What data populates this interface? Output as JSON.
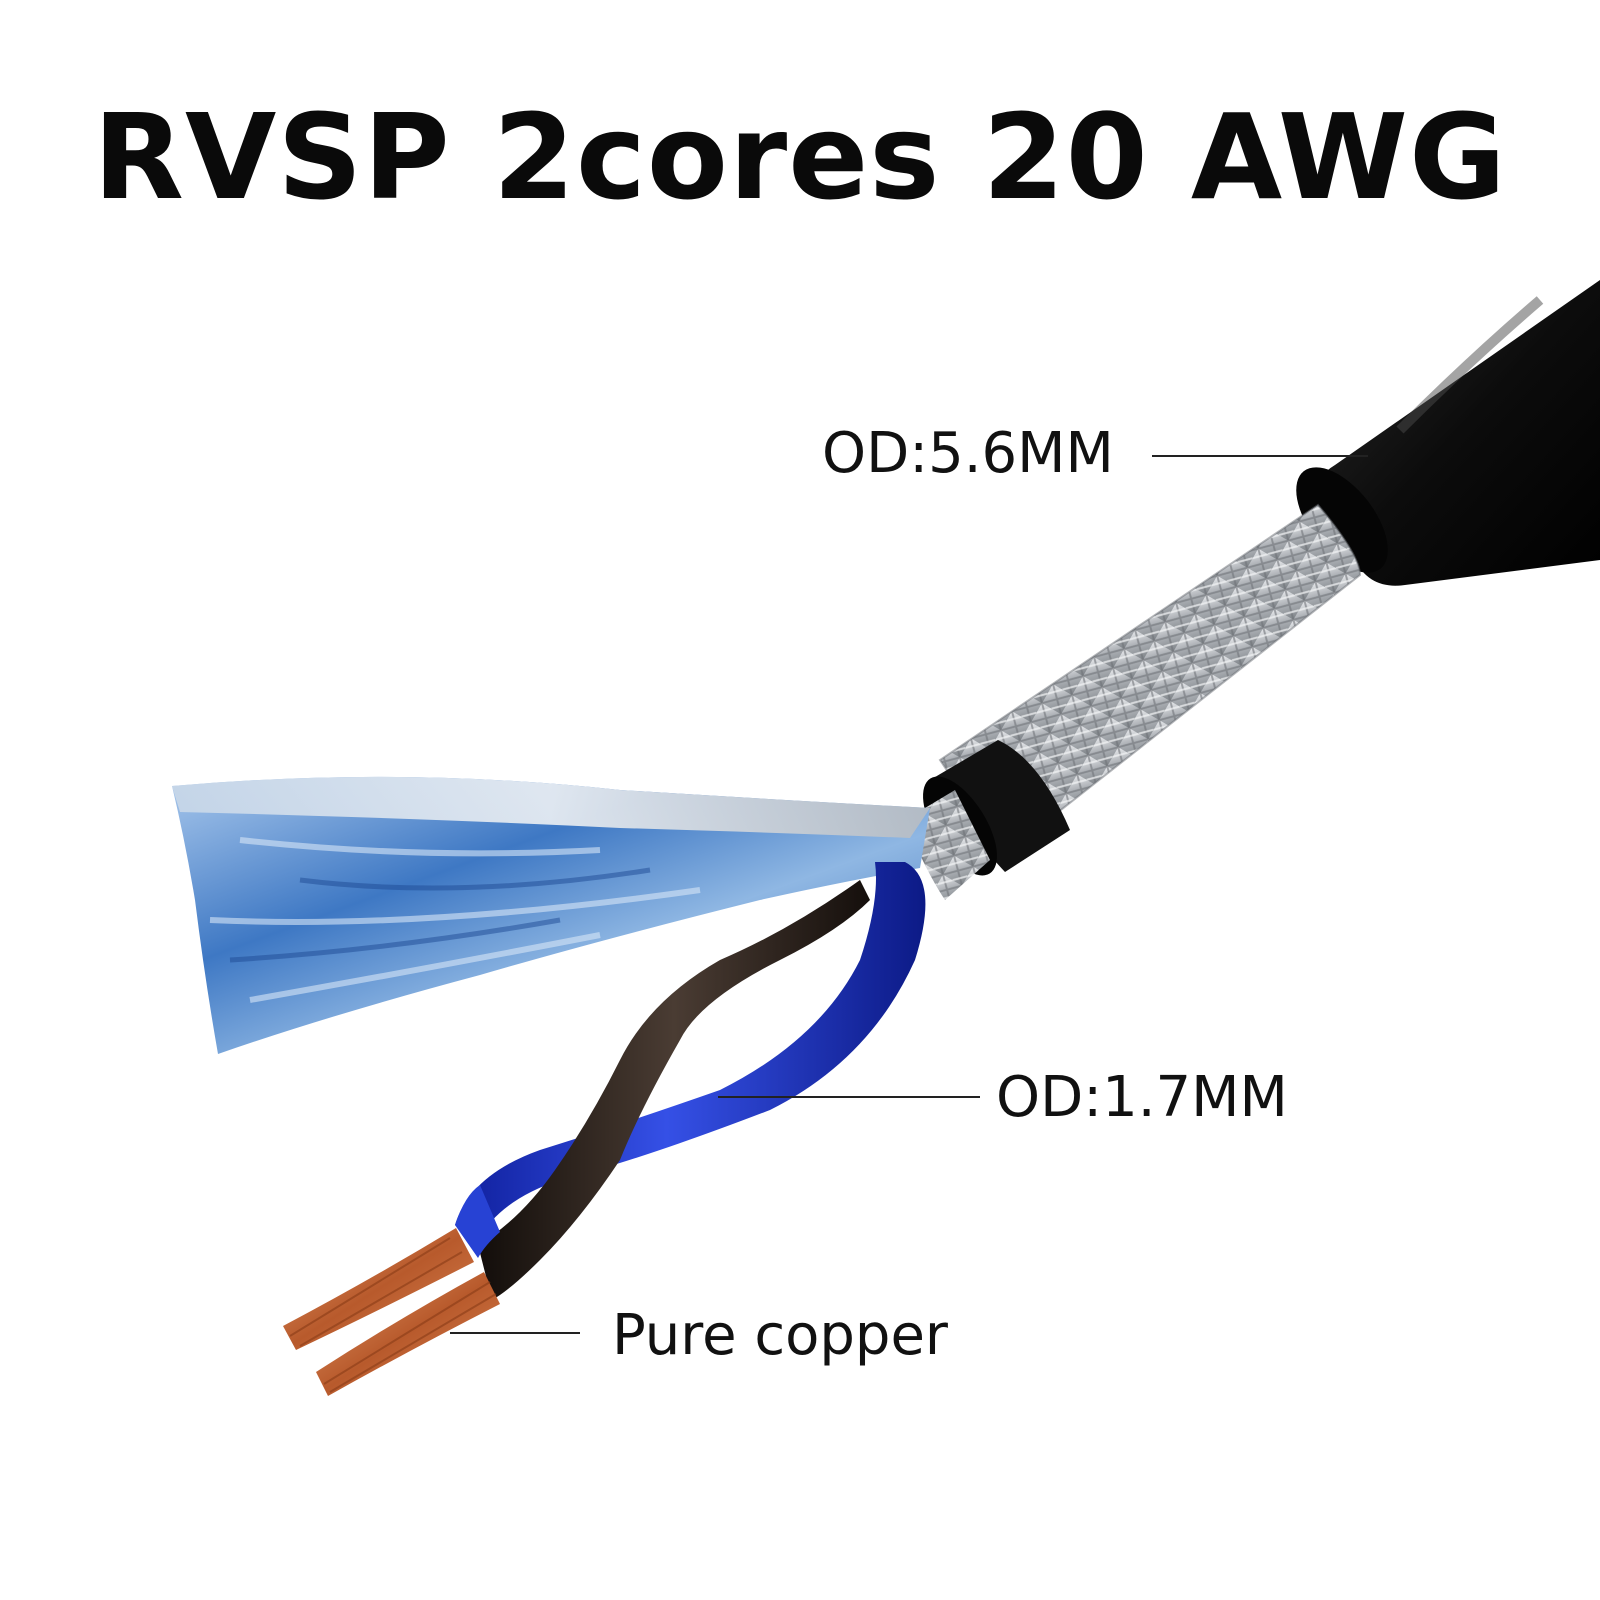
{
  "title": "RVSP 2cores 20 AWG",
  "labels": {
    "outer_diameter": "OD:5.6MM",
    "core_diameter": "OD:1.7MM",
    "conductor": "Pure copper"
  },
  "colors": {
    "jacket": "#111111",
    "braid": "#b8bcc0",
    "foil": "#5b8fd1",
    "core_blue": "#1d36c8",
    "core_brown": "#2b221d",
    "copper": "#c9703f"
  }
}
